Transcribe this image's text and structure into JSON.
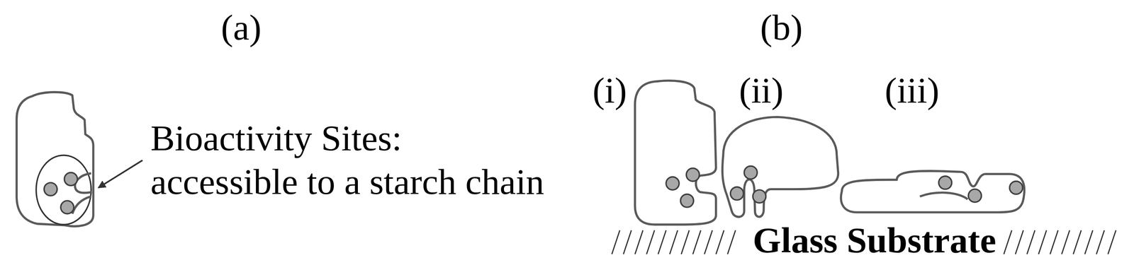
{
  "diagram": {
    "labels": [
      "(a)",
      "(b)",
      "Bioactivity Sites: accessible to a starch chain",
      "(i)",
      "(ii)",
      "(iii)",
      "Glass Substrate"
    ]
  }
}
